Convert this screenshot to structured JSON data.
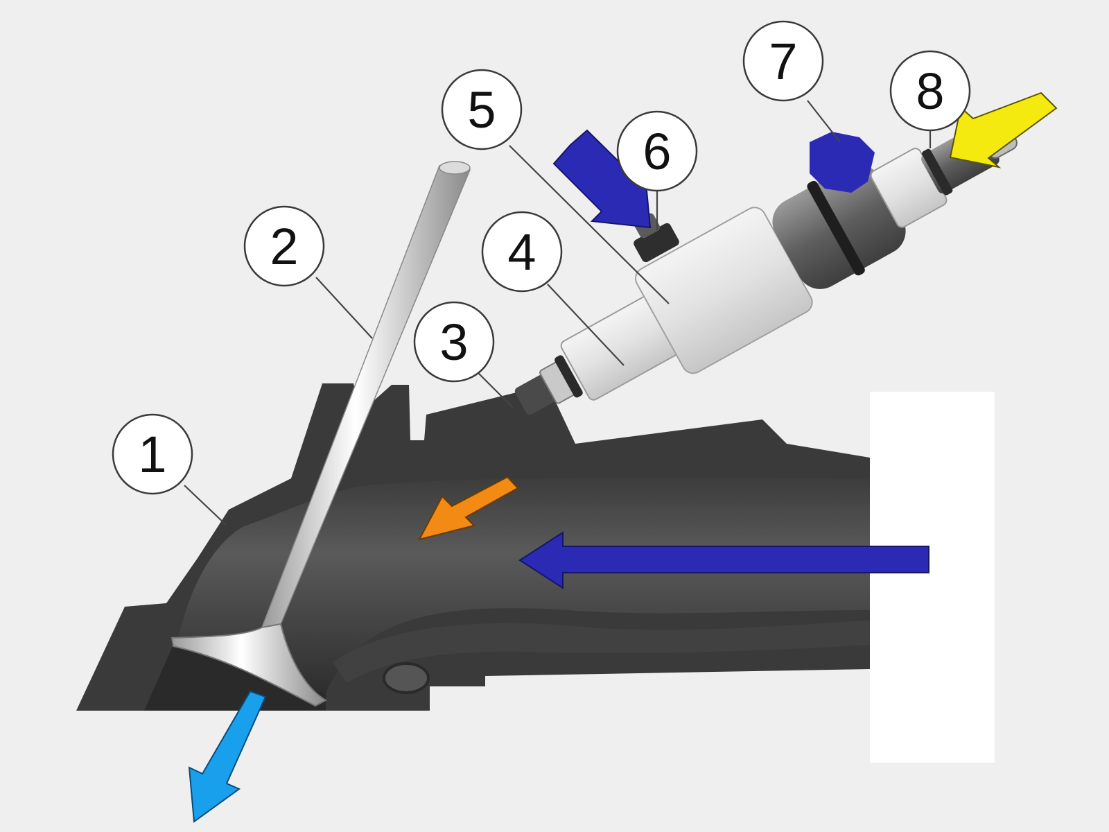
{
  "callouts": [
    {
      "id": "1",
      "label": "1"
    },
    {
      "id": "2",
      "label": "2"
    },
    {
      "id": "3",
      "label": "3"
    },
    {
      "id": "4",
      "label": "4"
    },
    {
      "id": "5",
      "label": "5"
    },
    {
      "id": "6",
      "label": "6"
    },
    {
      "id": "7",
      "label": "7"
    },
    {
      "id": "8",
      "label": "8"
    }
  ],
  "colors": {
    "background": "#efefef",
    "manifold_outer": "#3a3a3a",
    "port_inner": "#505050",
    "injector_body": "#e4e4e4",
    "air_arrow": "#2a2ab4",
    "fuel_arrow": "#f5ea10",
    "spray_arrow": "#f28a14",
    "exhaust_arrow": "#18a0ec",
    "cap_blue": "#2a2ab4"
  }
}
